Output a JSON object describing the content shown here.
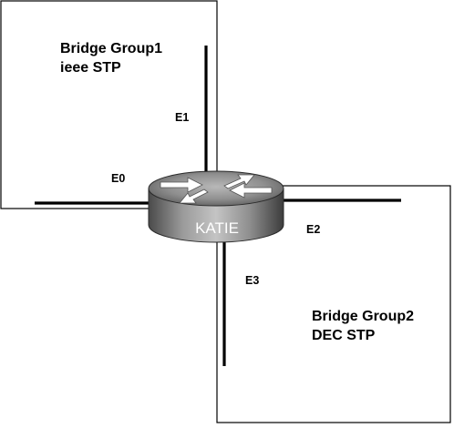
{
  "groups": [
    {
      "line1": "Bridge Group1",
      "line2": "ieee STP"
    },
    {
      "line1": "Bridge Group2",
      "line2": "DEC STP"
    }
  ],
  "router": {
    "name": "KATIE"
  },
  "ports": {
    "e0": "E0",
    "e1": "E1",
    "e2": "E2",
    "e3": "E3"
  }
}
